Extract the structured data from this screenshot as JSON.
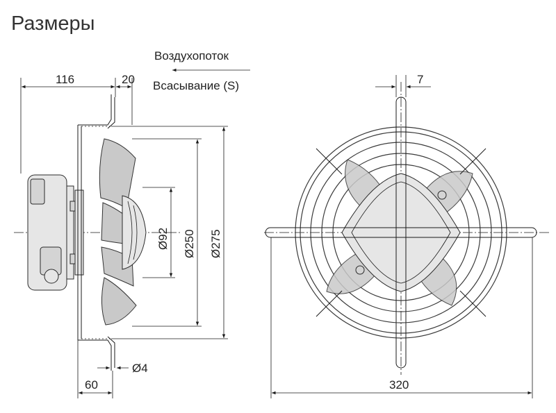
{
  "title": "Размеры",
  "airflow": {
    "label": "Воздухопоток",
    "mode": "Всасывание (S)"
  },
  "dimensions": {
    "depth_total": "116",
    "flange_offset": "20",
    "hole_pitch": "7",
    "d_hub": "Ø92",
    "d_impeller": "Ø250",
    "d_orifice": "Ø275",
    "hole_dia": "Ø4",
    "flange_depth": "60",
    "overall_width": "320"
  }
}
